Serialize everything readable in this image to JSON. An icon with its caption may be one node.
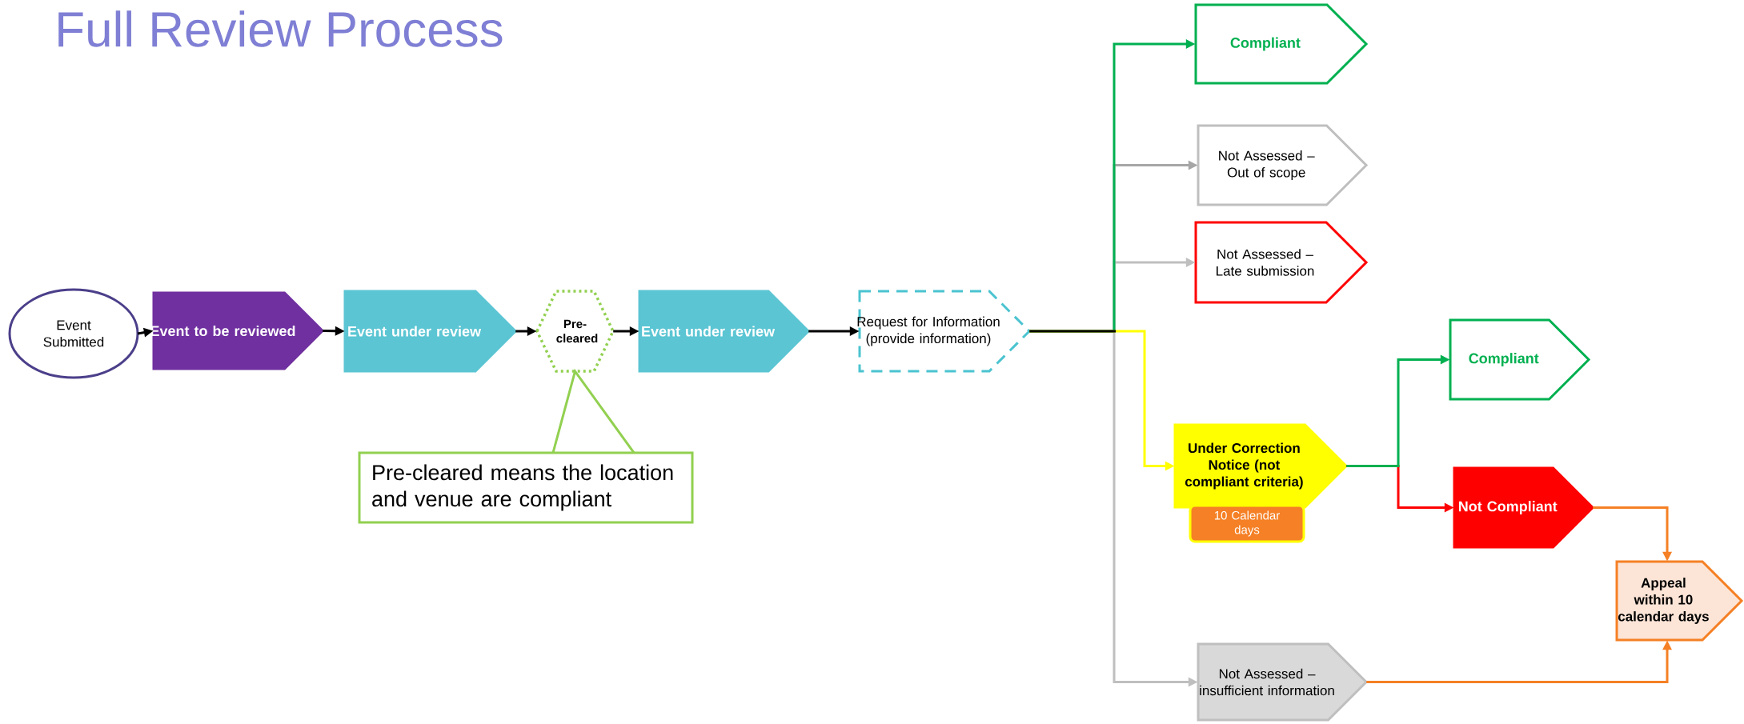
{
  "diagram": {
    "title": "Full Review Process",
    "nodes": [
      {
        "text": [
          "Event Submitted"
        ]
      },
      {
        "text": [
          "Event to be reviewed"
        ]
      },
      {
        "text": [
          "Event under review"
        ]
      },
      {
        "text": [
          "Pre-cleared"
        ]
      },
      {
        "text": [
          "Event under review"
        ]
      },
      {
        "text": [
          "Request for Information (provide information)"
        ]
      },
      {
        "text": [
          "Compliant"
        ]
      },
      {
        "text": [
          "Not Assessed – Out of scope"
        ]
      },
      {
        "text": [
          "Not Assessed – Late submission"
        ]
      },
      {
        "text": [
          "Under Correction Notice (not compliant criteria)"
        ]
      },
      {
        "text": [
          "10 Calendar days"
        ]
      },
      {
        "text": [
          "Compliant"
        ]
      },
      {
        "text": [
          "Not Compliant"
        ]
      },
      {
        "text": [
          "Appeal within 10 calendar days"
        ]
      },
      {
        "text": [
          "Not Assessed – insufficient information"
        ]
      },
      {
        "text": [
          "Pre-cleared means the location and venue are compliant"
        ]
      }
    ],
    "edges": [
      {
        "from": 0,
        "to": 1,
        "arrow": "to"
      },
      {
        "from": 1,
        "to": 2,
        "arrow": "to"
      },
      {
        "from": 2,
        "to": 3,
        "arrow": "to"
      },
      {
        "from": 3,
        "to": 4,
        "arrow": "to"
      },
      {
        "from": 4,
        "to": 5,
        "arrow": "to"
      },
      {
        "from": 5,
        "to": 6,
        "arrow": "to",
        "color": "#00b050"
      },
      {
        "from": 5,
        "to": 7,
        "arrow": "to",
        "color": "#a6a6a6"
      },
      {
        "from": 5,
        "to": 8,
        "arrow": "to",
        "color": "#bfbfbf"
      },
      {
        "from": 5,
        "to": 9,
        "arrow": "to",
        "color": "#ffff00"
      },
      {
        "from": 5,
        "to": 14,
        "arrow": "to",
        "color": "#bfbfbf"
      },
      {
        "from": 9,
        "to": 11,
        "arrow": "to",
        "color": "#00b050"
      },
      {
        "from": 9,
        "to": 12,
        "arrow": "to",
        "color": "#ff0000"
      },
      {
        "from": 12,
        "to": 13,
        "arrow": "to",
        "color": "#f58025"
      },
      {
        "from": 14,
        "to": 13,
        "arrow": "to",
        "color": "#f58025"
      },
      {
        "from": 15,
        "to": 3,
        "arrow": "none",
        "color": "#92d050"
      }
    ]
  }
}
